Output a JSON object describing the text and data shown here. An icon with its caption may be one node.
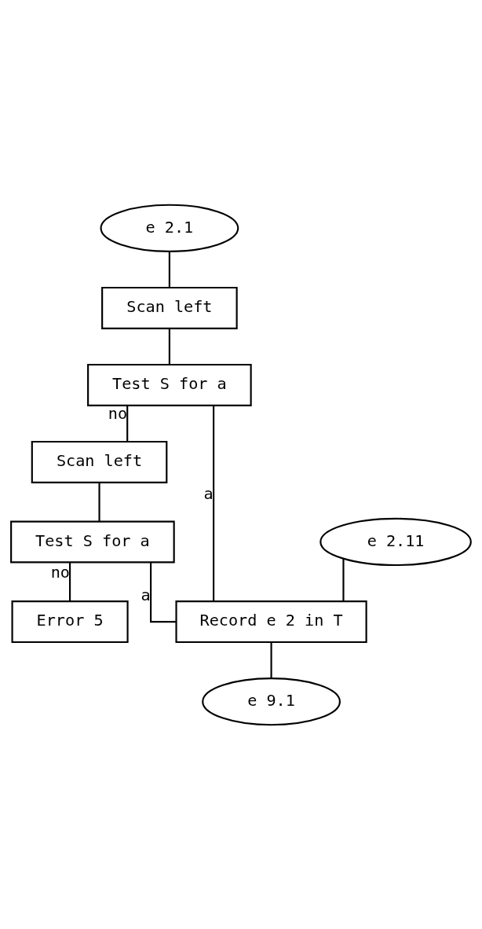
{
  "diagram": {
    "nodes": [
      {
        "text": [
          "e 2.1"
        ]
      },
      {
        "text": [
          "Scan left"
        ]
      },
      {
        "text": [
          "Test S for a"
        ]
      },
      {
        "text": [
          "Scan left"
        ]
      },
      {
        "text": [
          "Test S for a"
        ]
      },
      {
        "text": [
          "Error 5"
        ]
      },
      {
        "text": [
          "e 2.11"
        ]
      },
      {
        "text": [
          "Record e 2 in T"
        ]
      },
      {
        "text": [
          "e 9.1"
        ]
      }
    ],
    "edges": [
      {
        "from": 0,
        "to": 1,
        "arrow": "none"
      },
      {
        "from": 1,
        "to": 2,
        "arrow": "none"
      },
      {
        "from": 2,
        "to": 7,
        "label": "a",
        "arrow": "none"
      },
      {
        "from": 2,
        "to": 3,
        "label": "no",
        "arrow": "none"
      },
      {
        "from": 3,
        "to": 4,
        "arrow": "none"
      },
      {
        "from": 4,
        "to": 7,
        "label": "a",
        "arrow": "none"
      },
      {
        "from": 4,
        "to": 5,
        "label": "no",
        "arrow": "none"
      },
      {
        "from": 6,
        "to": 7,
        "arrow": "none"
      },
      {
        "from": 7,
        "to": 8,
        "arrow": "none"
      }
    ]
  }
}
